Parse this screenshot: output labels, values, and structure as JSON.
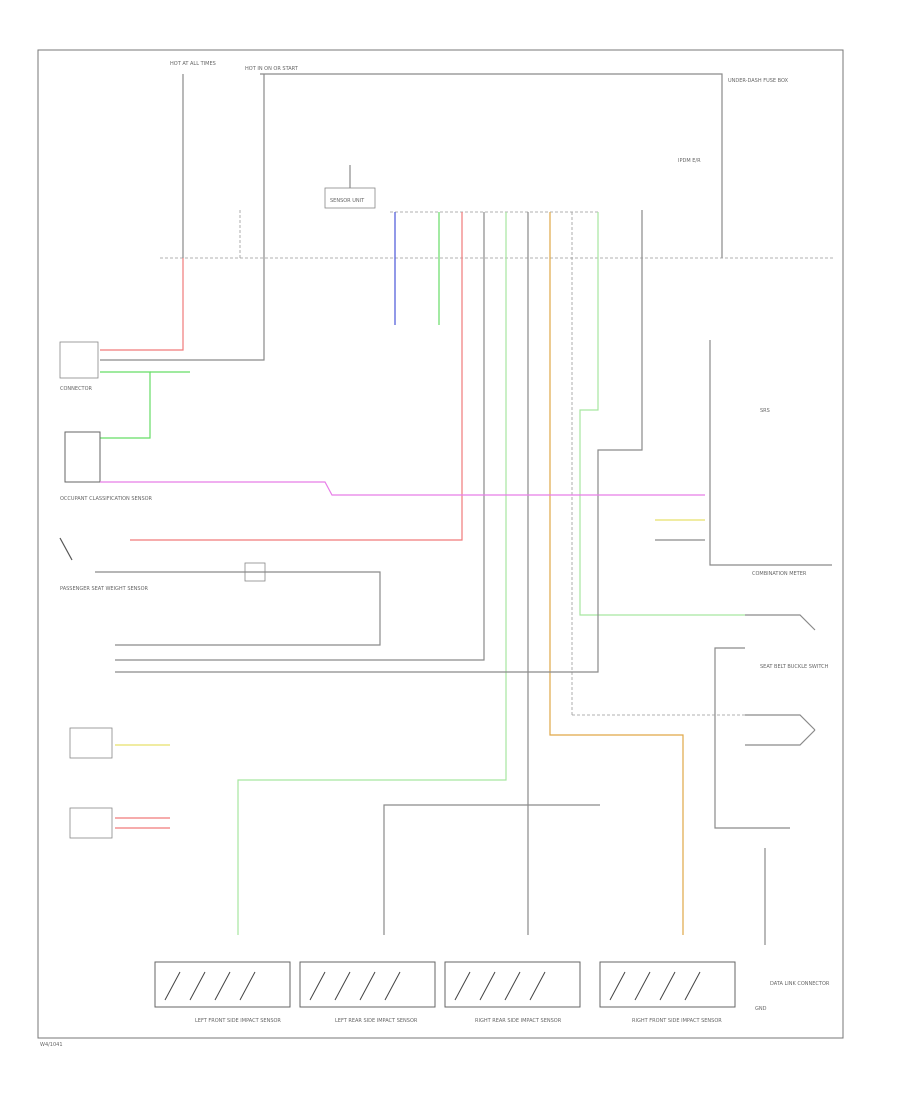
{
  "colors": {
    "red": "#f07a7a",
    "green": "#66dd66",
    "light_green": "#a6e6a0",
    "blue": "#4a55d8",
    "magenta": "#e87ee8",
    "orange": "#e0a848",
    "gray": "#8a8a8a"
  },
  "labels": {
    "top_left": "HOT AT ALL TIMES",
    "top_mid": "HOT IN ON OR START",
    "top_right": "UNDER-DASH FUSE BOX",
    "fuse_box_label": "IPDM E/R",
    "sensor_unit": "SENSOR UNIT",
    "connector_left": "CONNECTOR",
    "occ_sensor": "OCCUPANT CLASSIFICATION SENSOR",
    "passenger_mat": "PASSENGER SEAT WEIGHT SENSOR",
    "front_seat_belt": "SEAT BELT BUCKLE SWITCH",
    "combination_meter": "COMBINATION METER",
    "srs_indicator": "SRS",
    "left_front": "LEFT FRONT SIDE IMPACT SENSOR",
    "left_rear": "LEFT REAR SIDE IMPACT SENSOR",
    "right_rear": "RIGHT REAR SIDE IMPACT SENSOR",
    "right_front": "RIGHT FRONT SIDE IMPACT SENSOR",
    "data_link": "DATA LINK CONNECTOR",
    "ground": "GND",
    "doc_id": "W4/1041"
  }
}
